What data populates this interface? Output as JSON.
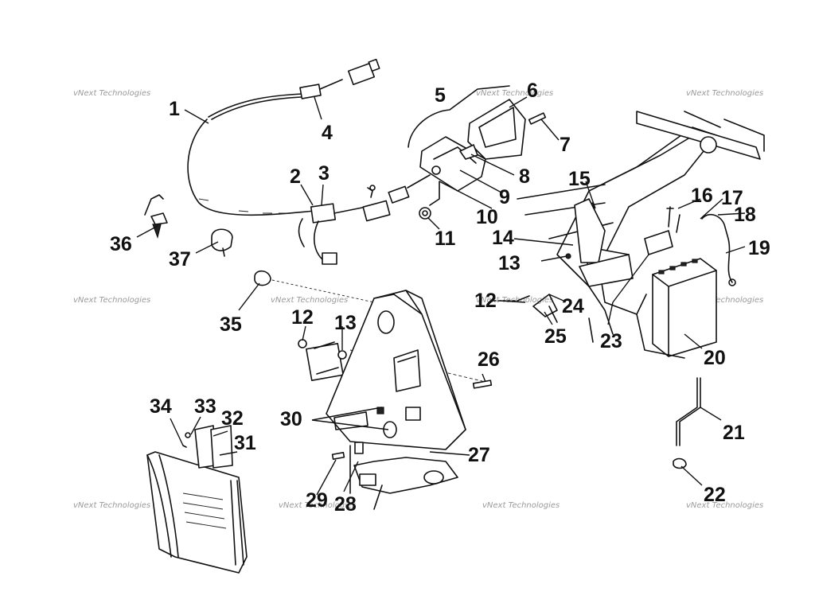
{
  "watermark": {
    "text": "vNext Technologies",
    "color": "#9a9a9a"
  },
  "callouts": [
    "1",
    "2",
    "3",
    "4",
    "5",
    "6",
    "7",
    "8",
    "9",
    "10",
    "11",
    "12",
    "13",
    "14",
    "15",
    "16",
    "17",
    "18",
    "19",
    "20",
    "21",
    "22",
    "23",
    "24",
    "25",
    "26",
    "27",
    "28",
    "29",
    "30",
    "31",
    "32",
    "33",
    "34",
    "35",
    "36",
    "37",
    "12",
    "13"
  ],
  "parts": [
    {
      "id": "wire-harness",
      "icon": "wire-harness-icon"
    },
    {
      "id": "tail-light-assembly",
      "icon": "tail-light-icon"
    },
    {
      "id": "battery",
      "icon": "battery-icon"
    },
    {
      "id": "ignition-coil",
      "icon": "ignition-coil-icon"
    },
    {
      "id": "rear-panel",
      "icon": "panel-icon"
    },
    {
      "id": "grille-guard",
      "icon": "guard-icon"
    },
    {
      "id": "frame",
      "icon": "frame-icon"
    }
  ]
}
